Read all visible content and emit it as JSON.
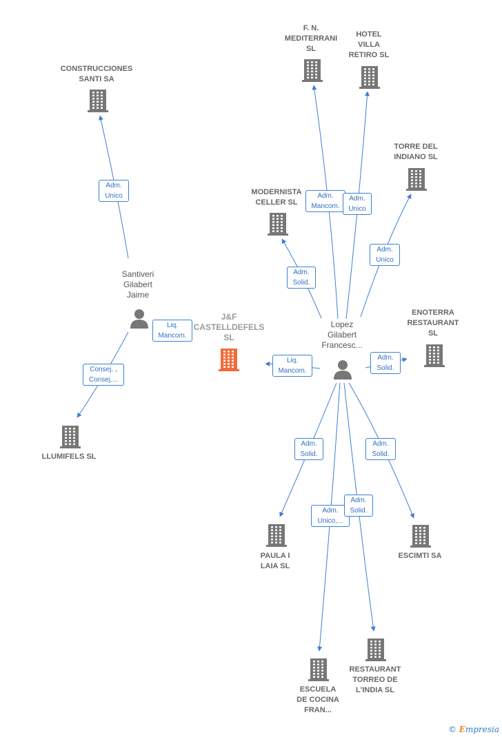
{
  "colors": {
    "edge": "#3b7fd4",
    "building": "#777777",
    "main_building": "#f26b3a",
    "person": "#777777"
  },
  "nodes": [
    {
      "id": "main",
      "type": "company",
      "main": true,
      "label": "J&F\nCASTELLDEFELS\nSL"
    },
    {
      "id": "construcciones",
      "type": "company",
      "label": "CONSTRUCCIONES\nSANTI SA"
    },
    {
      "id": "santiveri",
      "type": "person",
      "label": "Santiveri\nGilabert\nJaime"
    },
    {
      "id": "llumifels",
      "type": "company",
      "label": "LLUMIFELS  SL"
    },
    {
      "id": "lopez",
      "type": "person",
      "label": "Lopez\nGilabert\nFrancesc..."
    },
    {
      "id": "fn",
      "type": "company",
      "label": "F. N.\nMEDITERRANI\nSL"
    },
    {
      "id": "hotel",
      "type": "company",
      "label": "HOTEL\nVILLA\nRETIRO  SL"
    },
    {
      "id": "torre",
      "type": "company",
      "label": "TORRE DEL\nINDIANO  SL"
    },
    {
      "id": "modernista",
      "type": "company",
      "label": "MODERNISTA\nCELLER  SL"
    },
    {
      "id": "enoterra",
      "type": "company",
      "label": "ENOTERRA\nRESTAURANT\nSL"
    },
    {
      "id": "paula",
      "type": "company",
      "label": "PAULA I\nLAIA  SL"
    },
    {
      "id": "escimti",
      "type": "company",
      "label": "ESCIMTI SA"
    },
    {
      "id": "escuela",
      "type": "company",
      "label": "ESCUELA\nDE COCINA\nFRAN..."
    },
    {
      "id": "restaurant",
      "type": "company",
      "label": "RESTAURANT\nTORREO DE\nL'INDIA  SL"
    }
  ],
  "edges": [
    {
      "from": "santiveri",
      "to": "construcciones",
      "label": "Adm.\nUnico"
    },
    {
      "from": "santiveri",
      "to": "main",
      "label": "Liq.\nMancom."
    },
    {
      "from": "santiveri",
      "to": "llumifels",
      "label": "Consej. ,\nConsej...."
    },
    {
      "from": "lopez",
      "to": "main",
      "label": "Liq.\nMancom."
    },
    {
      "from": "lopez",
      "to": "fn",
      "label": "Adm.\nMancom."
    },
    {
      "from": "lopez",
      "to": "hotel",
      "label": "Adm.\nUnico"
    },
    {
      "from": "lopez",
      "to": "torre",
      "label": "Adm.\nUnico"
    },
    {
      "from": "lopez",
      "to": "modernista",
      "label": "Adm.\nSolid."
    },
    {
      "from": "lopez",
      "to": "enoterra",
      "label": "Adm.\nSolid."
    },
    {
      "from": "lopez",
      "to": "paula",
      "label": "Adm.\nSolid."
    },
    {
      "from": "lopez",
      "to": "escimti",
      "label": "Adm.\nSolid."
    },
    {
      "from": "lopez",
      "to": "escuela",
      "label": "Adm.\nUnico,..."
    },
    {
      "from": "lopez",
      "to": "restaurant",
      "label": "Adm.\nSolid."
    }
  ],
  "brand": {
    "symbol": "©",
    "first_letter": "E",
    "rest": "mpresia"
  }
}
